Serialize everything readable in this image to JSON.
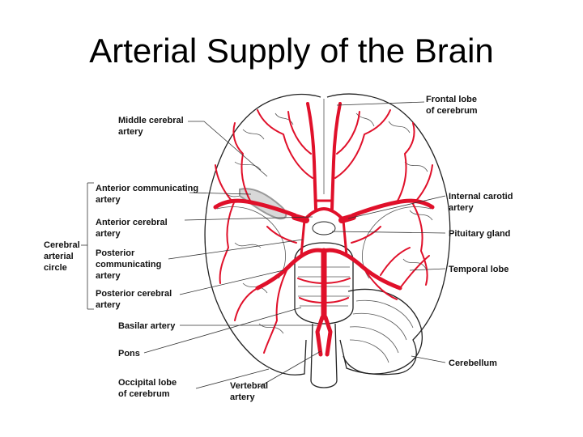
{
  "slide": {
    "title": "Arterial Supply of the Brain"
  },
  "colors": {
    "artery": "#e0102a",
    "outline": "#222222",
    "highlight": "#b8b8b8"
  },
  "labels": {
    "middle_cerebral": [
      "Middle cerebral",
      "artery"
    ],
    "anterior_communicating": [
      "Anterior communicating",
      "artery"
    ],
    "anterior_cerebral": [
      "Anterior cerebral",
      "artery"
    ],
    "posterior_communicating": [
      "Posterior",
      "communicating",
      "artery"
    ],
    "posterior_cerebral": [
      "Posterior cerebral",
      "artery"
    ],
    "cerebral_arterial_circle": [
      "Cerebral",
      "arterial",
      "circle"
    ],
    "basilar": [
      "Basilar artery"
    ],
    "pons": [
      "Pons"
    ],
    "occipital_lobe": [
      "Occipital lobe",
      "of cerebrum"
    ],
    "vertebral": [
      "Vertebral",
      "artery"
    ],
    "frontal_lobe": [
      "Frontal lobe",
      "of cerebrum"
    ],
    "internal_carotid": [
      "Internal carotid",
      "artery"
    ],
    "pituitary": [
      "Pituitary gland"
    ],
    "temporal_lobe": [
      "Temporal lobe"
    ],
    "cerebellum": [
      "Cerebellum"
    ]
  }
}
